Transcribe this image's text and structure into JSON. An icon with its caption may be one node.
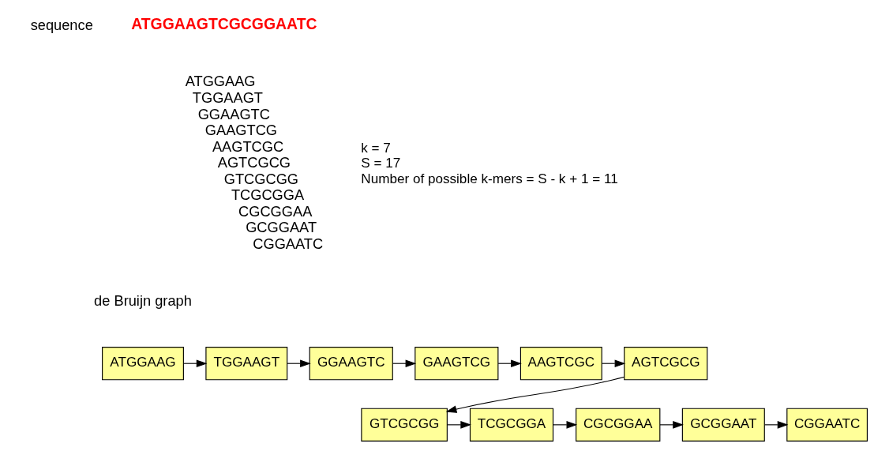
{
  "diagram": {
    "nodes": [
      {
        "text": [
          "ATGGAAG"
        ]
      },
      {
        "text": [
          "TGGAAGT"
        ]
      },
      {
        "text": [
          "GGAAGTC"
        ]
      },
      {
        "text": [
          "GAAGTCG"
        ]
      },
      {
        "text": [
          "AAGTCGC"
        ]
      },
      {
        "text": [
          "AGTCGCG"
        ]
      },
      {
        "text": [
          "GTCGCGG"
        ]
      },
      {
        "text": [
          "TCGCGGA"
        ]
      },
      {
        "text": [
          "CGCGGAA"
        ]
      },
      {
        "text": [
          "GCGGAAT"
        ]
      },
      {
        "text": [
          "CGGAATC"
        ]
      }
    ],
    "edges": [
      {
        "from": 0,
        "to": 1,
        "arrow": "to"
      },
      {
        "from": 1,
        "to": 2,
        "arrow": "to"
      },
      {
        "from": 2,
        "to": 3,
        "arrow": "to"
      },
      {
        "from": 3,
        "to": 4,
        "arrow": "to"
      },
      {
        "from": 4,
        "to": 5,
        "arrow": "to"
      },
      {
        "from": 5,
        "to": 6,
        "arrow": "to"
      },
      {
        "from": 6,
        "to": 7,
        "arrow": "to"
      },
      {
        "from": 7,
        "to": 8,
        "arrow": "to"
      },
      {
        "from": 8,
        "to": 9,
        "arrow": "to"
      },
      {
        "from": 9,
        "to": 10,
        "arrow": "to"
      }
    ],
    "labels": [
      "sequence",
      "ATGGAAGTCGCGGAATC",
      "ATGGAAG",
      "TGGAAGT",
      "GGAAGTC",
      "GAAGTCG",
      "AAGTCGC",
      "AGTCGCG",
      "GTCGCGG",
      "TCGCGGA",
      "CGCGGAA",
      "GCGGAAT",
      "CGGAATC",
      "k = 7",
      "S = 17",
      "Number of possible k-mers = S - k + 1 = 11",
      "de Bruijn graph"
    ]
  }
}
